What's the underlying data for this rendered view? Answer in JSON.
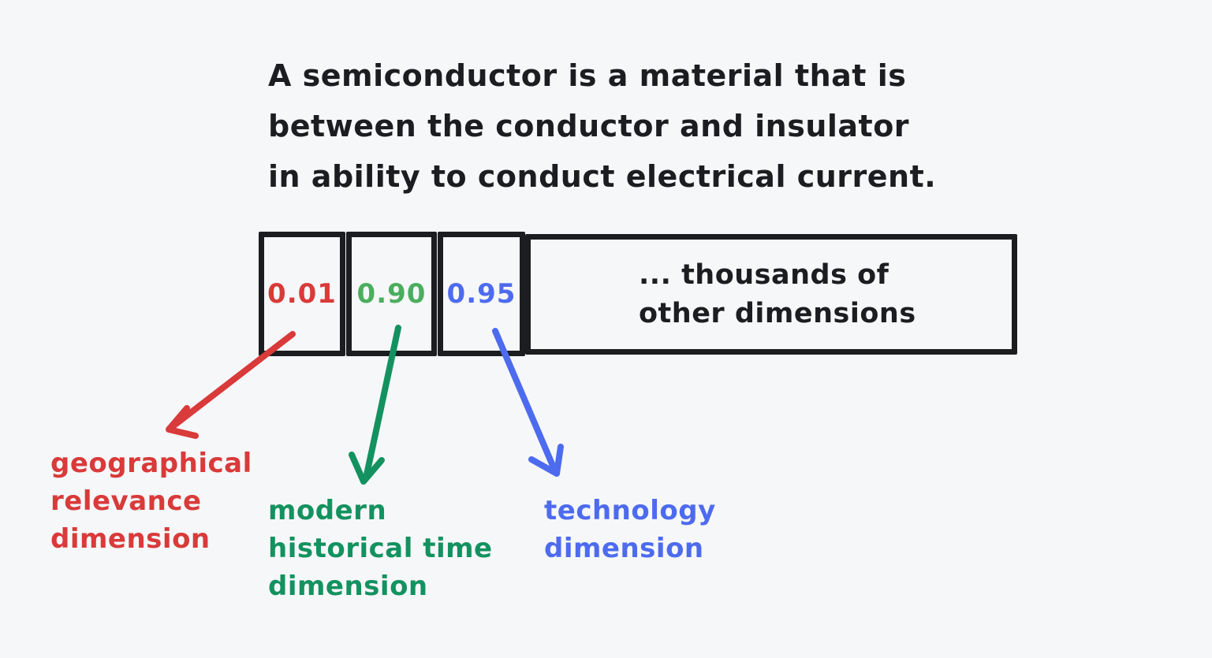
{
  "diagram": {
    "title_lines": [
      "A semiconductor is a material that is",
      "between the conductor and insulator",
      "in ability to conduct electrical current."
    ],
    "vector": {
      "cell_geo_value": "0.01",
      "cell_time_value": "0.90",
      "cell_tech_value": "0.95",
      "other_cell_line1": "... thousands of",
      "other_cell_line2": "other dimensions"
    },
    "labels": {
      "geo_line1": "geographical",
      "geo_line2": "relevance",
      "geo_line3": "dimension",
      "time_line1": "modern",
      "time_line2": "historical time",
      "time_line3": "dimension",
      "tech_line1": "technology",
      "tech_line2": "dimension"
    }
  },
  "colors": {
    "background": "#f6f7f9",
    "ink": "#1c1d20",
    "red": "#d93a3a",
    "green": "#13925f",
    "green-value": "#4bae5f",
    "blue": "#4d6bef"
  }
}
